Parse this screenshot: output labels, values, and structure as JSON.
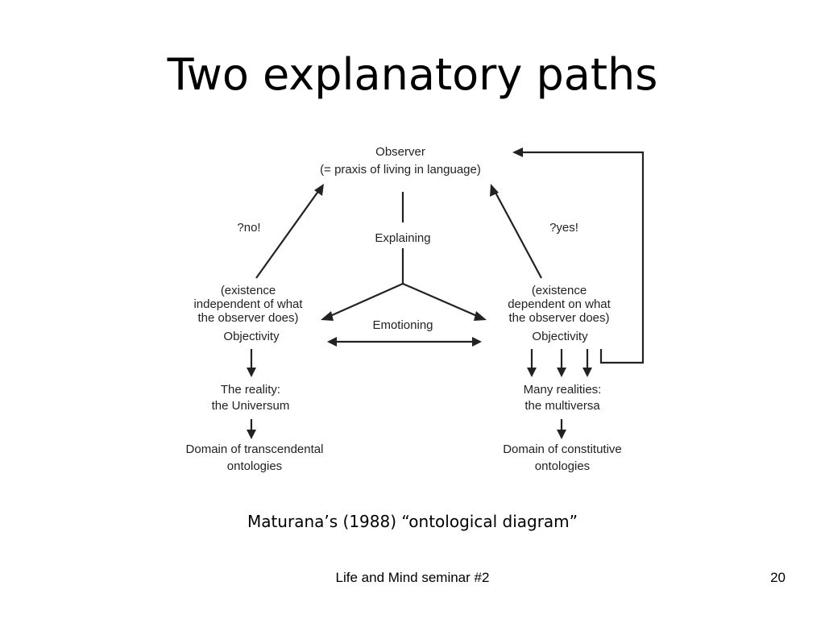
{
  "slide": {
    "title": "Two explanatory paths",
    "caption": "Maturana’s (1988) “ontological diagram”",
    "footer": "Life and Mind seminar #2",
    "page_number": "20"
  },
  "diagram": {
    "observer": {
      "line1": "Observer",
      "line2": "(= praxis of living in language)"
    },
    "explaining": "Explaining",
    "emotioning": "Emotioning",
    "no_label": "?no!",
    "yes_label": "?yes!",
    "left": {
      "condition": [
        "(existence",
        "independent of what",
        "the observer does)"
      ],
      "objectivity": "Objectivity",
      "reality": [
        "The reality:",
        "the Universum"
      ],
      "domain": [
        "Domain of transcendental",
        "ontologies"
      ]
    },
    "right": {
      "condition": [
        "(existence",
        "dependent on what",
        "the observer does)"
      ],
      "objectivity": "Objectivity",
      "reality": [
        "Many realities:",
        "the multiversa"
      ],
      "domain": [
        "Domain of constitutive",
        "ontologies"
      ]
    }
  }
}
